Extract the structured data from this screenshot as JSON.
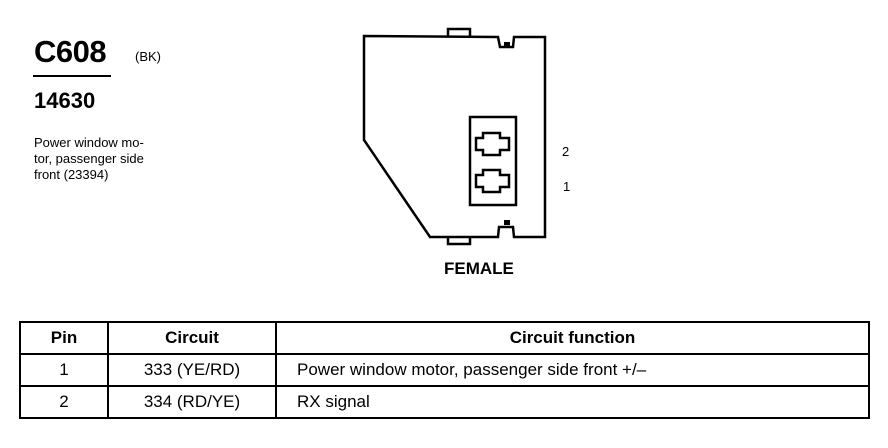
{
  "connector": {
    "code": "C608",
    "color": "(BK)",
    "part_number": "14630",
    "description_lines": [
      "Power window mo-",
      "tor, passenger side",
      "front (23394)"
    ],
    "gender": "FEMALE",
    "cavity_labels": [
      "2",
      "1"
    ]
  },
  "table": {
    "headers": [
      "Pin",
      "Circuit",
      "Circuit function"
    ],
    "rows": [
      [
        "1",
        "333 (YE/RD)",
        "Power window motor, passenger side front  +/–"
      ],
      [
        "2",
        "334 (RD/YE)",
        "RX signal"
      ]
    ]
  }
}
